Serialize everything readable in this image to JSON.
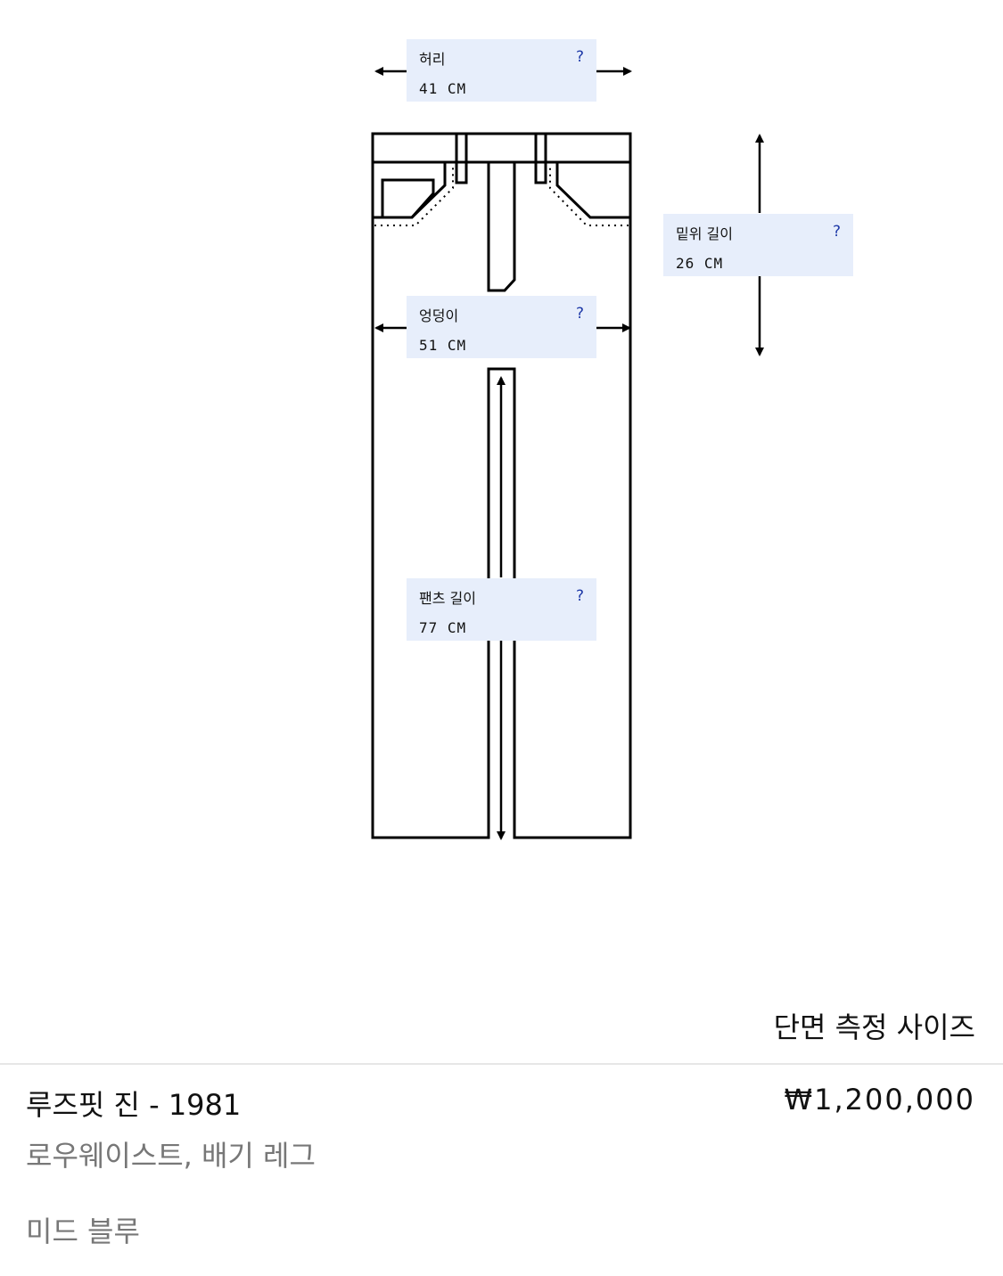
{
  "measurements": {
    "waist": {
      "label": "허리",
      "help": "?",
      "value": "41 CM"
    },
    "rise": {
      "label": "밑위 길이",
      "help": "?",
      "value": "26 CM"
    },
    "hip": {
      "label": "엉덩이",
      "help": "?",
      "value": "51 CM"
    },
    "length": {
      "label": "팬츠 길이",
      "help": "?",
      "value": "77 CM"
    }
  },
  "size_caption": "단면 측정 사이즈",
  "product": {
    "name": "루즈핏 진 - 1981",
    "price": "₩1,200,000",
    "description": "로우웨이스트, 배기 레그",
    "color": "미드 블루"
  },
  "colors": {
    "box_bg": "#e7eefb",
    "help": "#1f3aa8",
    "text": "#111111",
    "muted": "#777777",
    "divider": "#e6e6e6"
  }
}
